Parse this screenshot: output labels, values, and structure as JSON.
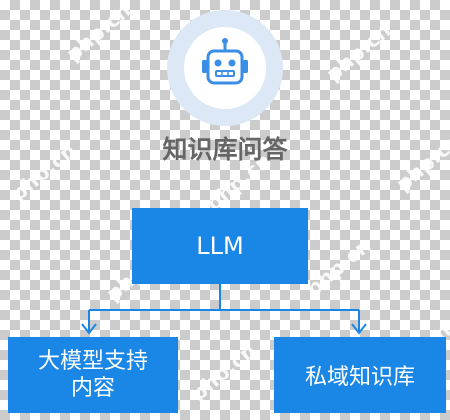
{
  "header": {
    "icon": "robot-icon",
    "title": "知识库问答"
  },
  "diagram": {
    "root": {
      "label": "LLM"
    },
    "children": [
      {
        "label_line1": "大模型支持",
        "label_line2": "内容"
      },
      {
        "label": "私域知识库"
      }
    ]
  },
  "watermark": {
    "text": "php.cn"
  },
  "colors": {
    "box": "#1a86e6",
    "connector": "#1a86e6",
    "icon_ring": "#dde8f7",
    "icon_stroke": "#3a8ee6",
    "title": "#666666"
  }
}
